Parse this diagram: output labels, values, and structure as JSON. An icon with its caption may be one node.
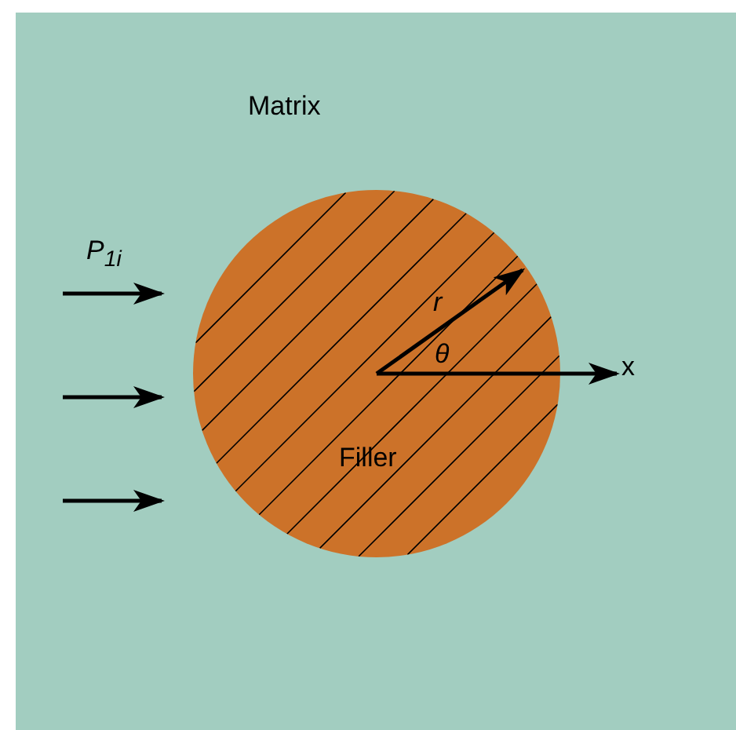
{
  "diagram": {
    "nodes": [
      {
        "text": [
          "Matrix"
        ]
      },
      {
        "text": [
          "Filler"
        ],
        "in": 0
      }
    ],
    "labels": [
      "*P*$_{1i}$",
      "r",
      "θ",
      "x"
    ]
  }
}
